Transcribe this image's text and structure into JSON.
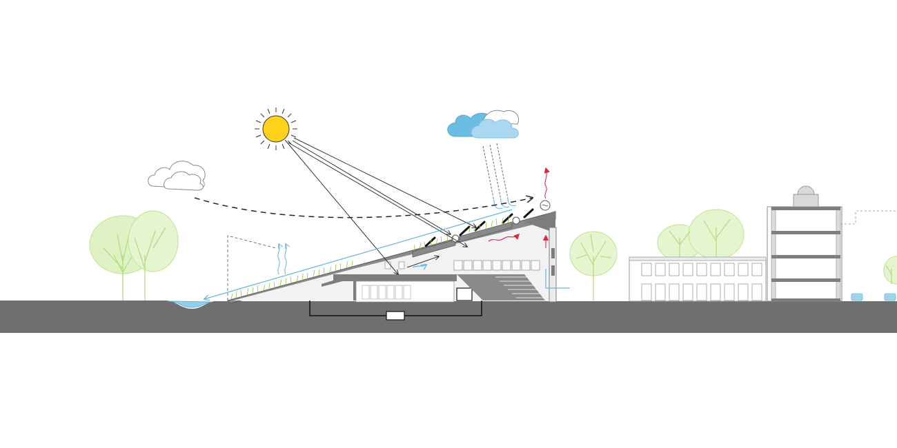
{
  "diagram": {
    "kind": "architectural-section-sustainability",
    "elements": {
      "sun": "sun-icon",
      "clouds": [
        "cloud-left-outline",
        "cloud-rain-blue"
      ],
      "trees": [
        "tree-left",
        "tree-middle",
        "tree-background",
        "tree-right-edge"
      ],
      "flows": [
        "solar-rays",
        "wind-path-dashed",
        "rain-collection",
        "heat-exhaust-red",
        "evaporation-blue",
        "water-runoff-blue"
      ]
    },
    "colors": {
      "ground": "#6f6f70",
      "sun": "#ffd11a",
      "cloud_blue": "#9fd3ec",
      "cloud_blue_dark": "#6bbde3",
      "tree": "#c7e89a",
      "water": "#8fd0ee",
      "heat": "#d8294a",
      "structure": "#7d7d7f",
      "line": "#333333"
    }
  }
}
